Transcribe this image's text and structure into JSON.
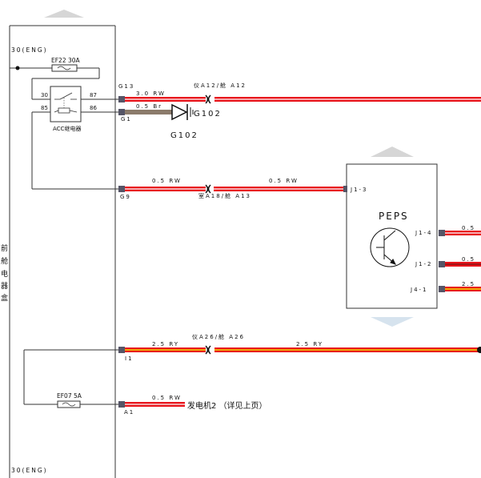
{
  "box": {
    "label_top": "30(ENG)",
    "label_bottom": "30(ENG)",
    "side_label": [
      "前",
      "舱",
      "电",
      "器",
      "盒"
    ]
  },
  "fuses": {
    "ef22": "EF22 30A",
    "ef07": "EF07 5A"
  },
  "relay": {
    "name": "ACC继电器",
    "pins": [
      "30",
      "87",
      "85",
      "86"
    ]
  },
  "pins": {
    "g13": "G13",
    "g1": "G1",
    "g9": "G9",
    "i1": "I1",
    "a1": "A1"
  },
  "wires": {
    "w1_spec": "3.0 RW",
    "w1_conn": "仪A12/舱 A12",
    "w2_spec": "0.5 Br",
    "ground_top": "G102",
    "ground_bottom": "G102",
    "w3_spec_left": "0.5 RW",
    "w3_conn": "室A18/舱 A13",
    "w3_spec_right": "0.5 RW",
    "w4_spec_left": "2.5 RY",
    "w4_conn": "仪A26/舱 A26",
    "w4_spec_right": "2.5 RY",
    "w5_spec": "0.5 RW",
    "w5_dest": "发电机2 （详见上页）"
  },
  "peps": {
    "name": "PEPS",
    "pin_in": "J1-3",
    "pin_out1": "J1-4",
    "pin_out2": "J1-2",
    "pin_out3": "J4-1",
    "out1_spec": "0.5",
    "out2_spec": "0.5",
    "out3_spec": "2.5"
  },
  "colors": {
    "wire_red": "#e8141b",
    "wire_stripe_white": "#ffffff",
    "wire_stripe_yellow": "#f2d400",
    "wire_brown": "#8b7b6b",
    "line": "#333333"
  }
}
